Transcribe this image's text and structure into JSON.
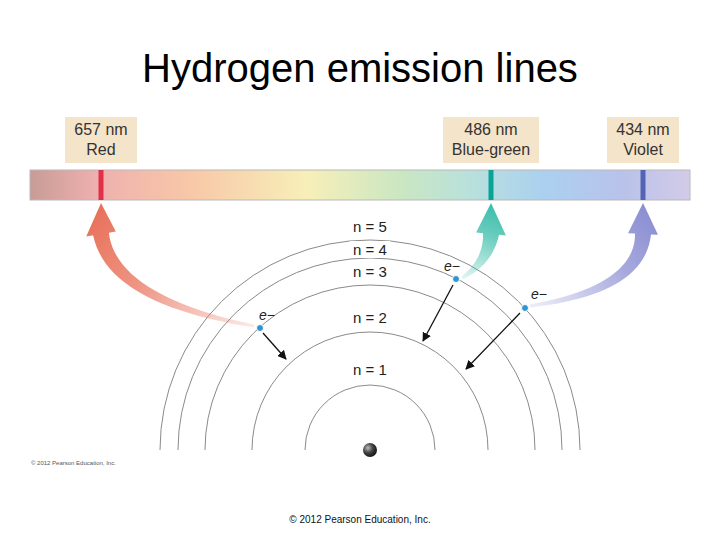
{
  "diagram": {
    "title": "Hydrogen emission lines",
    "nodes": [
      {
        "text": [
          "657 nm",
          "Red"
        ]
      },
      {
        "text": [
          "486 nm",
          "Blue-green"
        ]
      },
      {
        "text": [
          "434 nm",
          "Violet"
        ]
      }
    ],
    "labels": [
      "n = 5",
      "n = 4",
      "n = 3",
      "n = 2",
      "n = 1",
      "e−",
      "e−",
      "e−",
      "© 2012 Pearson Education, Inc.",
      "© 2012 Pearson Education, Inc."
    ]
  }
}
